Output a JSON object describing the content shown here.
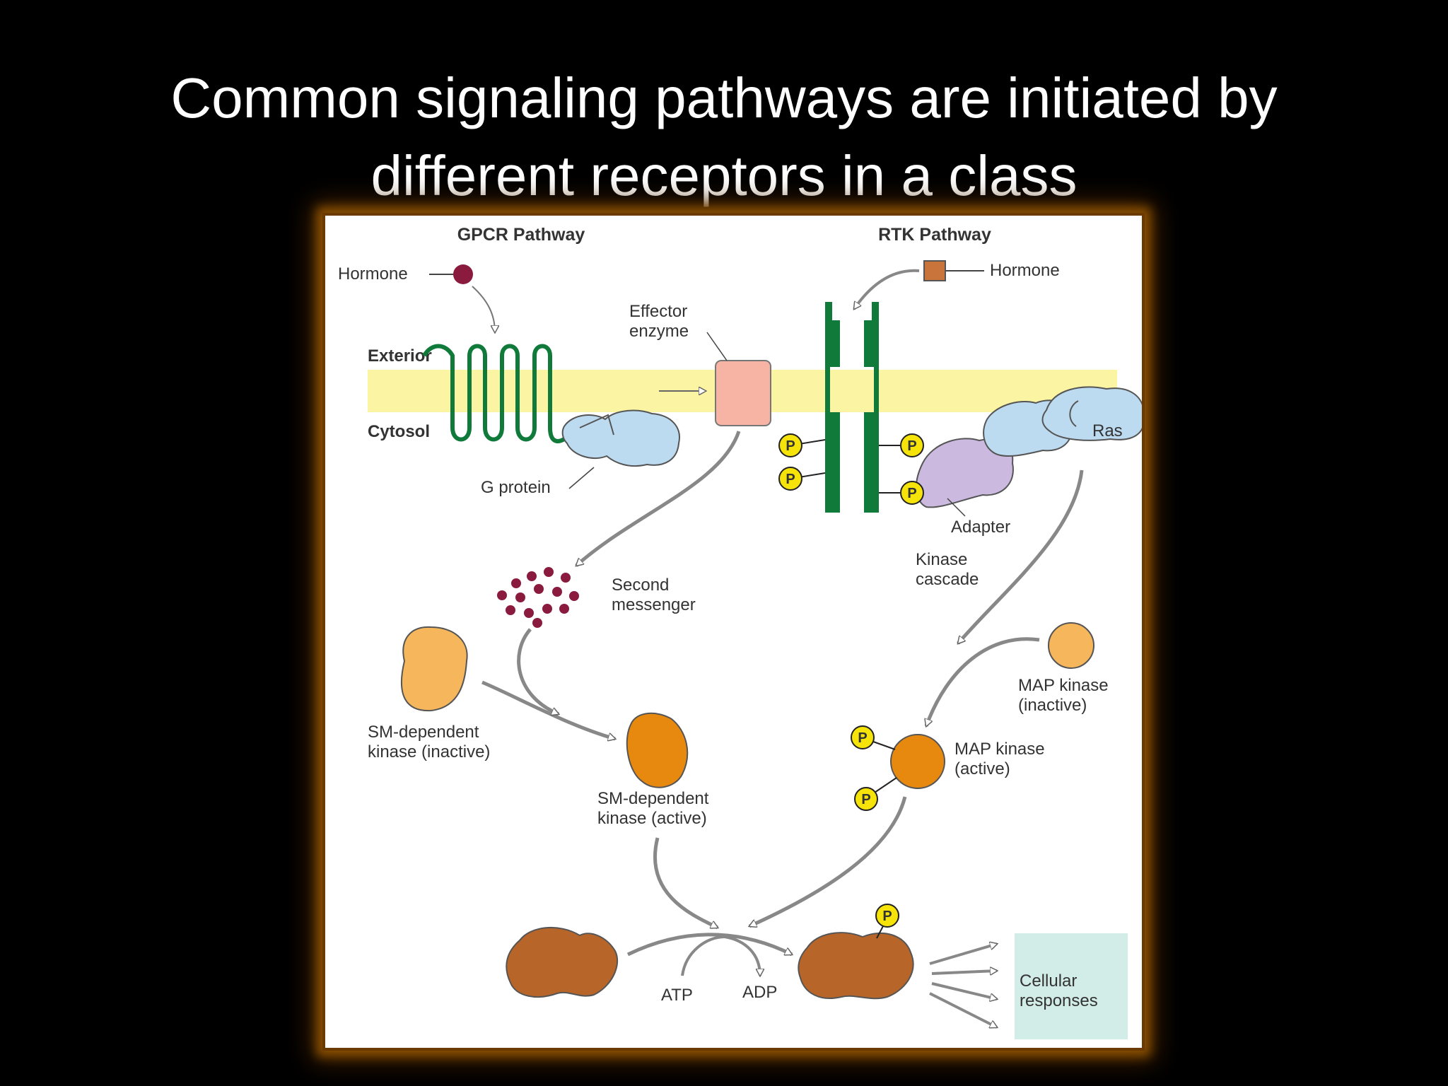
{
  "slide": {
    "title_line1": "Common signaling pathways are initiated by",
    "title_line2": "different receptors in a class"
  },
  "diagram": {
    "gpcr_header": "GPCR Pathway",
    "rtk_header": "RTK Pathway",
    "hormone_left": "Hormone",
    "hormone_right": "Hormone",
    "exterior": "Exterior",
    "cytosol": "Cytosol",
    "effector_line1": "Effector",
    "effector_line2": "enzyme",
    "g_protein": "G protein",
    "second_messenger_line1": "Second",
    "second_messenger_line2": "messenger",
    "sm_inactive_line1": "SM-dependent",
    "sm_inactive_line2": "kinase (inactive)",
    "sm_active_line1": "SM-dependent",
    "sm_active_line2": "kinase (active)",
    "ras": "Ras",
    "adapter": "Adapter",
    "kinase_cascade_line1": "Kinase",
    "kinase_cascade_line2": "cascade",
    "map_inactive_line1": "MAP kinase",
    "map_inactive_line2": "(inactive)",
    "map_active_line1": "MAP kinase",
    "map_active_line2": "(active)",
    "atp": "ATP",
    "adp": "ADP",
    "cellular_line1": "Cellular",
    "cellular_line2": "responses",
    "phosphate": "P"
  },
  "colors": {
    "membrane": "#fbf5a3",
    "receptor_green": "#0f7a3a",
    "effector_pink": "#f7b3a3",
    "g_protein_blue": "#bcdaf0",
    "adapter_purple": "#cbb9e0",
    "second_messenger": "#8b1a3f",
    "kinase_inactive": "#f5b65c",
    "kinase_active": "#e8890f",
    "target_brown": "#b8652a",
    "phosphate_yellow": "#f5e30a",
    "response_box": "#d2ece8",
    "hormone_rtk": "#c8743a"
  }
}
